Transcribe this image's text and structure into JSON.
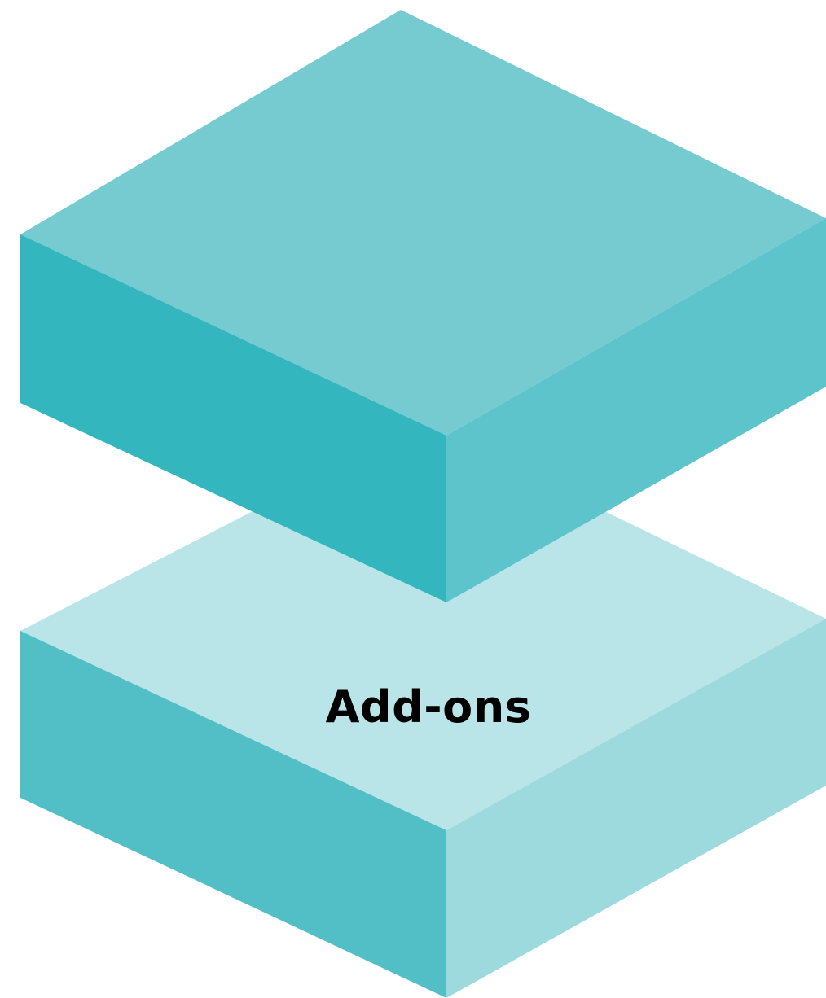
{
  "diagram": {
    "layers": [
      {
        "id": "top",
        "label": "",
        "colors": {
          "top": "#76CBD1",
          "left": "#34B6BF",
          "right": "#5EC4CB"
        }
      },
      {
        "id": "bottom",
        "label": "Add-ons",
        "colors": {
          "top": "#BAE5E8",
          "left": "#52BFC6",
          "right": "#9DDADD"
        }
      }
    ]
  }
}
